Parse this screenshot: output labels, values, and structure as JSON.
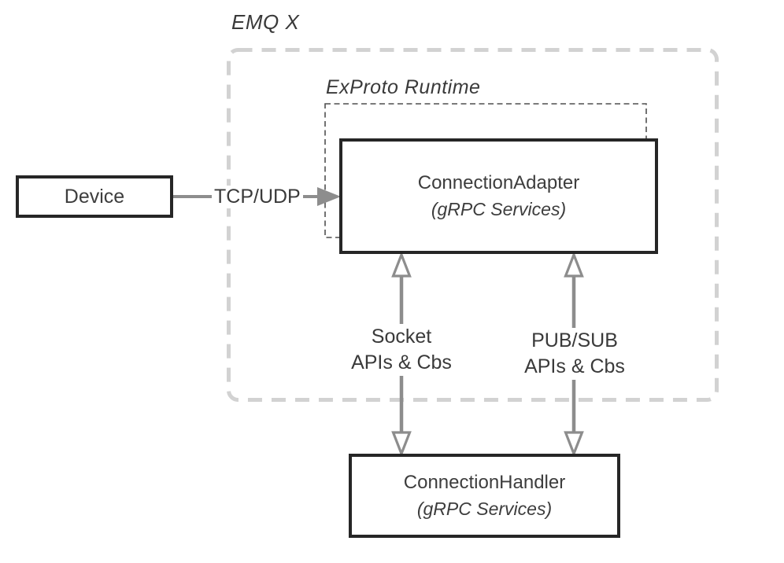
{
  "diagram": {
    "emqx_label": "EMQ X",
    "exproto_label": "ExProto Runtime",
    "device_box": {
      "label": "Device"
    },
    "tcp_udp_label": "TCP/UDP",
    "connection_adapter_box": {
      "title": "ConnectionAdapter",
      "subtitle": "(gRPC Services)"
    },
    "connection_handler_box": {
      "title": "ConnectionHandler",
      "subtitle": "(gRPC Services)"
    },
    "socket_arrow_label": {
      "line1": "Socket",
      "line2": "APIs & Cbs"
    },
    "pubsub_arrow_label": {
      "line1": "PUB/SUB",
      "line2": "APIs & Cbs"
    },
    "colors": {
      "outer_dashed_border": "#d2d2d2",
      "inner_dashed_border": "#4f4f4f",
      "box_border": "#262626",
      "arrow_gray": "#8d8d8d",
      "text": "#3a3a3a",
      "background": "#ffffff"
    }
  }
}
